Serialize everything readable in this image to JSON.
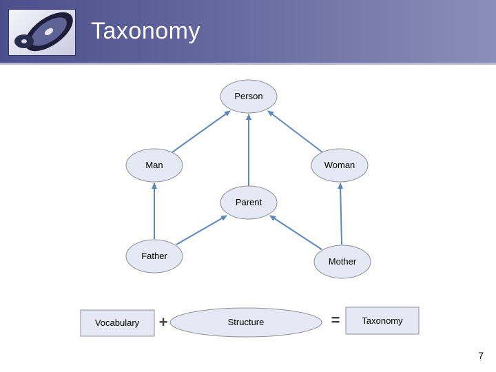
{
  "slide": {
    "title": "Taxonomy",
    "page_number": "7"
  },
  "nodes": {
    "person": "Person",
    "man": "Man",
    "woman": "Woman",
    "parent": "Parent",
    "father": "Father",
    "mother": "Mother"
  },
  "equation": {
    "vocabulary": "Vocabulary",
    "plus": "+",
    "structure": "Structure",
    "equals": "=",
    "taxonomy": "Taxonomy"
  },
  "colors": {
    "node_fill": "#e6e9f3",
    "node_stroke": "#8e8e98",
    "arrow": "#5b86c0",
    "header_start": "#4b4f8c",
    "header_end": "#8b8eb9"
  }
}
